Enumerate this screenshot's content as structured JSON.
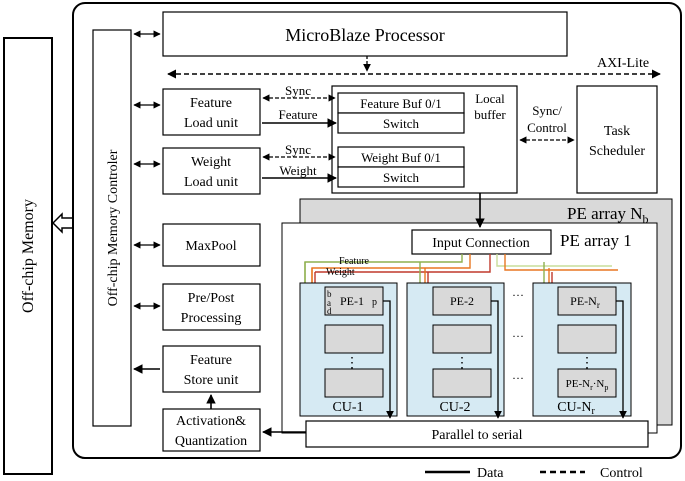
{
  "blocks": {
    "offchip_memory": "Off-chip Memory",
    "memory_controller": "Off-chip Memory Controler",
    "microblaze": "MicroBlaze Processor",
    "axi_lite": "AXI-Lite",
    "feature_load": [
      "Feature",
      "Load unit"
    ],
    "weight_load": [
      "Weight",
      "Load unit"
    ],
    "maxpool": "MaxPool",
    "pre_post": [
      "Pre/Post",
      "Processing"
    ],
    "feature_store": [
      "Feature",
      "Store unit"
    ],
    "activation": [
      "Activation&",
      "Quantization"
    ],
    "feature_buf": "Feature Buf 0/1",
    "weight_buf": "Weight Buf 0/1",
    "switch": "Switch",
    "local_buffer": [
      "Local",
      "buffer"
    ],
    "sync_control": [
      "Sync/",
      "Control"
    ],
    "task_scheduler": [
      "Task",
      "Scheduler"
    ],
    "pe_array_nb": "PE array N",
    "pe_array_nb_sub": "b",
    "pe_array_1": "PE array 1",
    "input_connection": "Input Connection",
    "parallel_to_serial": "Parallel to serial"
  },
  "signals": {
    "sync": "Sync",
    "feature": "Feature",
    "weight": "Weight",
    "feature_small": "Feature",
    "weight_small": "Weight"
  },
  "cus": {
    "labels": [
      "CU-1",
      "CU-2",
      "CU-N"
    ],
    "label_sub": "r",
    "pe_labels": [
      "PE-1",
      "PE-2",
      "PE-N"
    ],
    "pe_sub": "r",
    "pe_last": "PE-N",
    "pe_last_sub1": "r",
    "pe_last_mid": "·N",
    "pe_last_sub2": "p",
    "port_labels": [
      "b",
      "a",
      "d",
      "p"
    ],
    "vdots": "⋮",
    "hdots": "···"
  },
  "legend": {
    "data": "Data",
    "control": "Control"
  },
  "colors": {
    "cu_fill": "#d6eaf3",
    "pe_fill": "#d9d9d9",
    "array_back": "#d9d9d9",
    "orange": "#e87722",
    "green": "#8fb04f",
    "light_green": "#c9dd9a",
    "red": "#c0392b",
    "pink": "#f2b8a8"
  }
}
